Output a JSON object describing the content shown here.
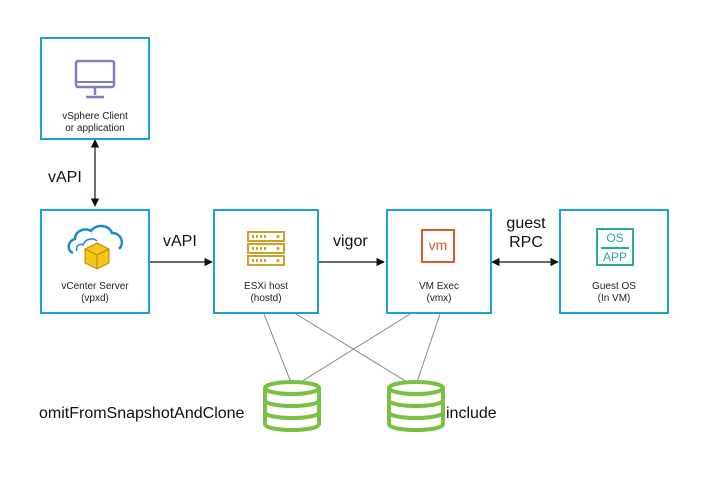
{
  "nodes": {
    "vsphere_client": {
      "label": "vSphere Client\nor application",
      "icon": "monitor-icon"
    },
    "vcenter": {
      "label": "vCenter Server\n(vpxd)",
      "icon": "cloud-cube-icon"
    },
    "esxi": {
      "label": "ESXi host\n(hostd)",
      "icon": "server-rack-icon"
    },
    "vm_exec": {
      "label": "VM Exec\n(vmx)",
      "icon": "vm-icon",
      "icon_text": "vm"
    },
    "guest_os": {
      "label": "Guest OS\n(In VM)",
      "icon": "os-app-icon",
      "icon_top": "OS",
      "icon_bottom": "APP"
    }
  },
  "edges": {
    "client_vcenter": "vAPI",
    "vcenter_esxi": "vAPI",
    "esxi_vmx": "vigor",
    "vmx_guest": "guest\nRPC"
  },
  "datastores": {
    "left": {
      "label": "omitFromSnapshotAndClone",
      "icon": "database-icon"
    },
    "right": {
      "label": "include",
      "icon": "database-icon"
    }
  },
  "colors": {
    "box_border": "#1ba1d6",
    "icon_purple": "#7b7fc4",
    "icon_gold": "#c9a227",
    "icon_orange": "#d95a2b",
    "icon_teal": "#2aa89e",
    "db_green": "#79c142",
    "cloud_blue": "#1e88c8",
    "cube_yellow": "#f5c518",
    "line_gray": "#888888"
  }
}
